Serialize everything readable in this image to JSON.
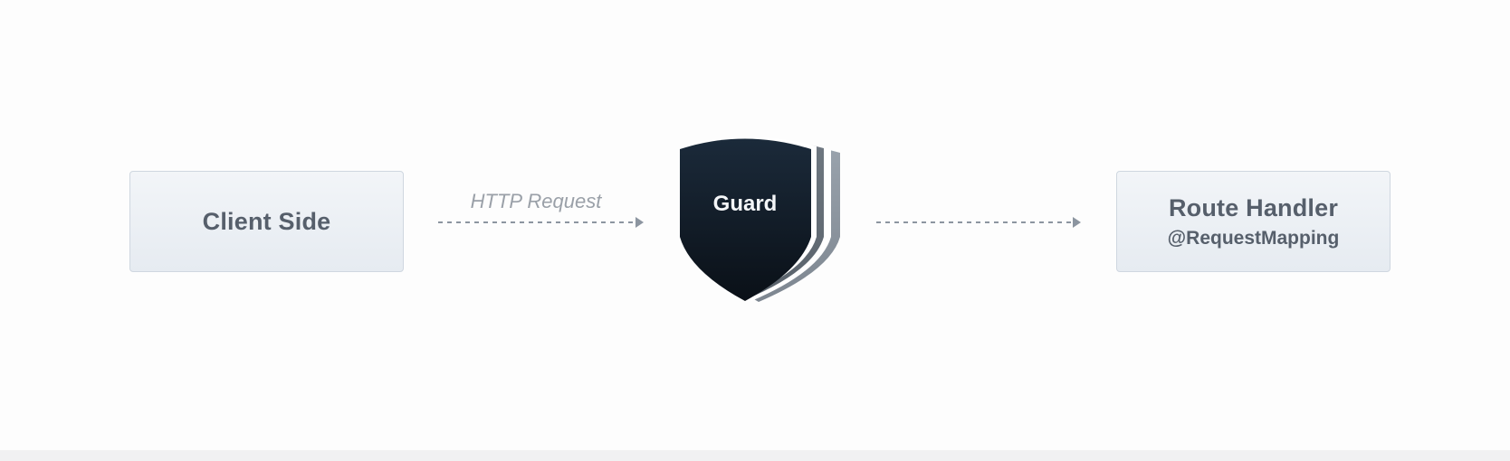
{
  "nodes": {
    "client": {
      "title": "Client Side"
    },
    "guard": {
      "title": "Guard"
    },
    "route": {
      "title": "Route Handler",
      "subtitle": "@RequestMapping"
    }
  },
  "edges": {
    "client_to_guard": {
      "label": "HTTP Request"
    },
    "guard_to_route": {
      "label": ""
    }
  },
  "colors": {
    "box_border": "#cfd7e0",
    "box_text": "#565f6b",
    "shield_top": "#1b2a3a",
    "shield_bottom": "#0a1017",
    "arrow": "#8c95a0",
    "edge_label": "#9aa0a8"
  }
}
